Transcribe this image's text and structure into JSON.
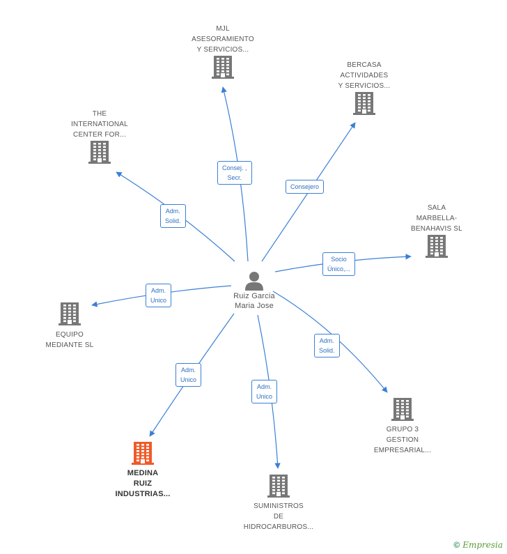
{
  "center": {
    "label": "Ruiz Garcia\nMaria Jose",
    "icon": "person-icon"
  },
  "nodes": [
    {
      "id": "mjl",
      "label": "MJL\nASESORAMIENTO\nY SERVICIOS...",
      "icon": "building-icon",
      "relation": "Consej. ,\nSecr."
    },
    {
      "id": "bercasa",
      "label": "BERCASA\nACTIVIDADES\nY SERVICIOS...",
      "icon": "building-icon",
      "relation": "Consejero"
    },
    {
      "id": "international",
      "label": "THE\nINTERNATIONAL\nCENTER FOR...",
      "icon": "building-icon",
      "relation": "Adm.\nSolid."
    },
    {
      "id": "sala",
      "label": "SALA\nMARBELLA-\nBENAHAVIS  SL",
      "icon": "building-icon",
      "relation": "Socio\nÚnico,..."
    },
    {
      "id": "equipo",
      "label": "EQUIPO\nMEDIANTE SL",
      "icon": "building-icon",
      "relation": "Adm.\nUnico"
    },
    {
      "id": "grupo3",
      "label": "GRUPO 3\nGESTION\nEMPRESARIAL...",
      "icon": "building-icon",
      "relation": "Adm.\nSolid."
    },
    {
      "id": "medina",
      "label": "MEDINA\nRUIZ\nINDUSTRIAS...",
      "icon": "building-icon",
      "relation": "Adm.\nUnico",
      "highlight": true
    },
    {
      "id": "suministros",
      "label": "SUMINISTROS\nDE\nHIDROCARBUROS...",
      "icon": "building-icon",
      "relation": "Adm.\nUnico"
    }
  ],
  "colors": {
    "edge": "#3a7fd5",
    "building": "#777777",
    "highlight": "#f05a28",
    "person": "#777777"
  },
  "footer": {
    "copyright": "©",
    "brand": "Empresia"
  }
}
